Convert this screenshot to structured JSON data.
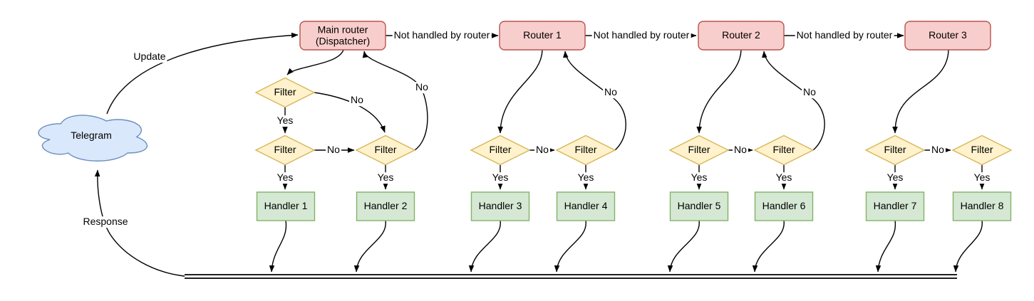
{
  "cloud": {
    "label": "Telegram"
  },
  "labels": {
    "update": "Update",
    "response": "Response",
    "not_handled": "Not handled by router",
    "yes": "Yes",
    "no": "No",
    "filter": "Filter"
  },
  "nodes": {
    "dispatcher": {
      "line1": "Main router",
      "line2": "(Dispatcher)"
    },
    "routers": [
      {
        "label": "Router 1"
      },
      {
        "label": "Router 2"
      },
      {
        "label": "Router 3"
      }
    ],
    "handlers": [
      {
        "label": "Handler 1"
      },
      {
        "label": "Handler 2"
      },
      {
        "label": "Handler 3"
      },
      {
        "label": "Handler 4"
      },
      {
        "label": "Handler 5"
      },
      {
        "label": "Handler 6"
      },
      {
        "label": "Handler 7"
      },
      {
        "label": "Handler 8"
      }
    ]
  },
  "colors": {
    "router_fill": "#f8cecc",
    "router_stroke": "#b85450",
    "filter_fill": "#fff2cc",
    "filter_stroke": "#d6b656",
    "handler_fill": "#d5e8d4",
    "handler_stroke": "#82b366",
    "cloud_fill": "#dae8fc",
    "cloud_stroke": "#6c8ebf",
    "edge": "#000000",
    "label_background": "#ffffff"
  }
}
